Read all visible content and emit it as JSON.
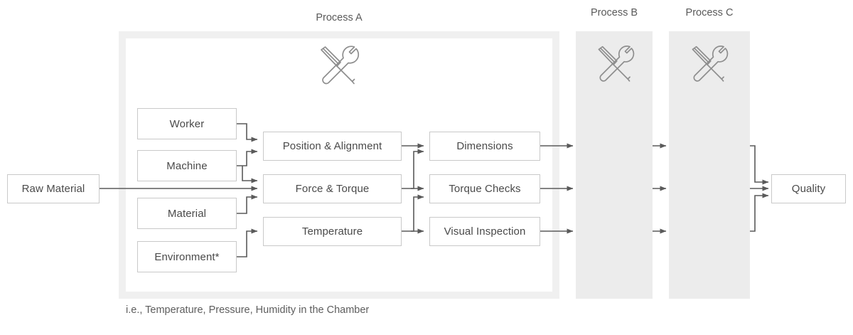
{
  "diagram": {
    "title_lanes": [
      {
        "id": "process-a",
        "label": "Process A"
      },
      {
        "id": "process-b",
        "label": "Process B"
      },
      {
        "id": "process-c",
        "label": "Process C"
      }
    ],
    "icons": {
      "tools": "screwdriver-wrench-icon"
    },
    "inputs": {
      "raw_material": "Raw Material",
      "factors": [
        {
          "id": "worker",
          "label": "Worker"
        },
        {
          "id": "machine",
          "label": "Machine"
        },
        {
          "id": "material",
          "label": "Material"
        },
        {
          "id": "environment",
          "label": "Environment*"
        }
      ]
    },
    "process_steps": [
      {
        "id": "position-alignment",
        "label": "Position & Alignment"
      },
      {
        "id": "force-torque",
        "label": "Force & Torque"
      },
      {
        "id": "temperature",
        "label": "Temperature"
      }
    ],
    "measurements": [
      {
        "id": "dimensions",
        "label": "Dimensions"
      },
      {
        "id": "torque-checks",
        "label": "Torque Checks"
      },
      {
        "id": "visual-inspection",
        "label": "Visual Inspection"
      }
    ],
    "output": {
      "quality": "Quality"
    },
    "footnote": "i.e., Temperature, Pressure, Humidity in the Chamber",
    "colors": {
      "box_border": "#c9c9c9",
      "text": "#4a4a4a",
      "lane_band": "#ececec",
      "frame": "#f0f0f0",
      "arrow": "#5a5a5a",
      "background": "#ffffff"
    }
  }
}
